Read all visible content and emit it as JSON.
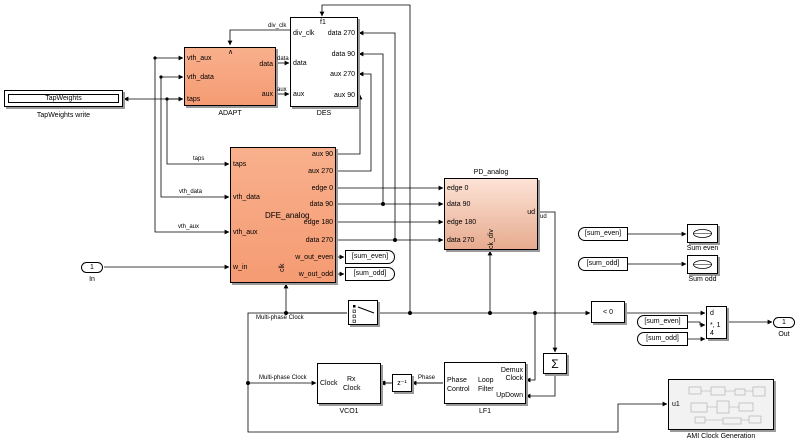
{
  "blocks": {
    "tapweights": {
      "label": "TapWeights",
      "caption": "TapWeights write"
    },
    "adapt": {
      "caption": "ADAPT",
      "ports_in": [
        "vth_aux",
        "vth_data",
        "taps"
      ],
      "ports_out": [
        "data",
        "aux"
      ],
      "top_glyph": "∧"
    },
    "des": {
      "caption": "DES",
      "ports_in": [
        "div_clk",
        "data",
        "aux"
      ],
      "ports_out": [
        "data 270",
        "data 90",
        "aux 270",
        "aux 90"
      ],
      "top_glyph": "f1"
    },
    "dfe": {
      "title": "DFE_analog",
      "ports_in": [
        "taps",
        "vth_data",
        "vth_aux",
        "w_in"
      ],
      "ports_out": [
        "aux 90",
        "aux 270",
        "edge 0",
        "data 90",
        "edge 180",
        "data 270",
        "w_out_even",
        "w_out_odd"
      ],
      "bottom_port": "clk"
    },
    "pd": {
      "title": "PD_analog",
      "ports_in": [
        "edge 0",
        "data 90",
        "edge 180",
        "data 270"
      ],
      "port_out": "ud",
      "bottom_port": "ck_div"
    },
    "in_port": {
      "num": "1",
      "caption": "In"
    },
    "out_port": {
      "num": "1",
      "caption": "Out"
    },
    "goto_even": {
      "label": "[sum_even]"
    },
    "goto_odd": {
      "label": "[sum_odd]"
    },
    "from_even_a": {
      "label": "[sum_even]"
    },
    "from_odd_a": {
      "label": "[sum_odd]"
    },
    "from_even_b": {
      "label": "[sum_even]"
    },
    "from_odd_b": {
      "label": "[sum_odd]"
    },
    "scope_even": {
      "caption": "Sum even"
    },
    "scope_odd": {
      "caption": "Sum odd"
    },
    "compare": {
      "label": "< 0"
    },
    "switch": {
      "ports": [
        "d",
        "*, 1"
      ],
      "port_bottom": "4"
    },
    "sum": {
      "glyph": "Σ"
    },
    "delay": {
      "label": "z⁻¹"
    },
    "vco": {
      "caption": "VCO1",
      "port_in": "Clock",
      "inner": "Rx\nClock"
    },
    "lf": {
      "caption": "LF1",
      "port_left_1": "Phase",
      "port_left_2": "Control",
      "inner_1": "Loop",
      "inner_2": "Filter",
      "port_right_1": "Demux",
      "port_right_2": "Clock",
      "port_right_3": "UpDown"
    },
    "ami": {
      "caption": "AMI Clock Generation",
      "port_in": "u1"
    }
  },
  "wires": {
    "div_clk": "div_clk",
    "data": "data",
    "aux": "aux",
    "taps": "taps",
    "vth_data": "vth_data",
    "vth_aux": "vth_aux",
    "multi_clock_1": "Multi-phase Clock",
    "multi_clock_2": "Multi-phase Clock",
    "phase": "Phase"
  },
  "colors": {
    "block_orange": "#f59b73",
    "pd_fill": "#e7ab8f"
  }
}
